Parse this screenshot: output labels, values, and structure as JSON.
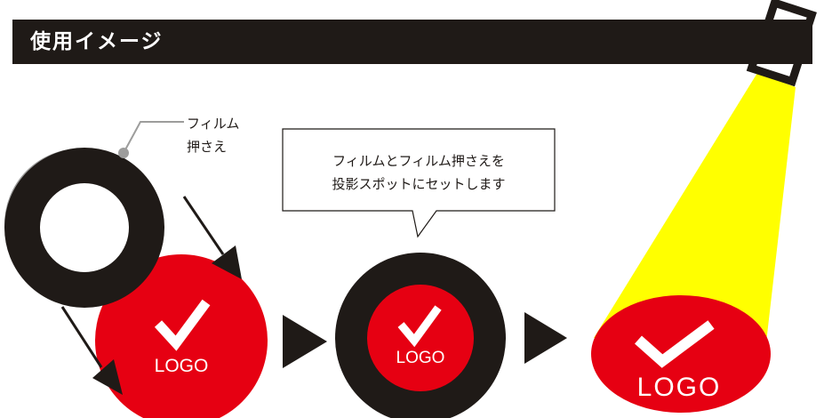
{
  "header": {
    "title": "使用イメージ"
  },
  "film_holder_label": {
    "line1": "フィルム",
    "line2": "押さえ"
  },
  "speech_bubble": {
    "line1": "フィルムとフィルム押さえを",
    "line2": "投影スポットにセットします"
  },
  "logos": {
    "step1": "LOGO",
    "step2": "LOGO",
    "step3": "LOGO"
  },
  "colors": {
    "red": "#e60012",
    "black": "#1f1a17",
    "yellow": "#ffff00",
    "gray": "#9d9d9c",
    "white": "#ffffff"
  },
  "icons": [
    "checkmark-icon",
    "play-arrow-icon",
    "spotlight-icon"
  ]
}
